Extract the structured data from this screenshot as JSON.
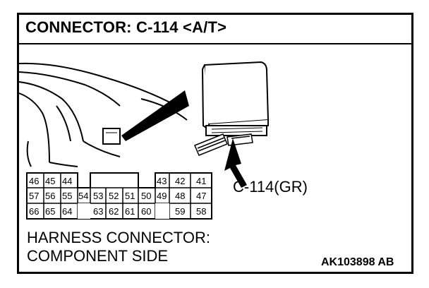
{
  "title": "CONNECTOR: C-114 <A/T>",
  "connector_label": "C-114(GR)",
  "footer": {
    "line1": "HARNESS CONNECTOR:",
    "line2": "COMPONENT SIDE"
  },
  "figure_code": "AK103898 AB",
  "pins": {
    "row1": [
      "46",
      "45",
      "44",
      "43",
      "42",
      "41"
    ],
    "row2": [
      "57",
      "56",
      "55",
      "54",
      "53",
      "52",
      "51",
      "50",
      "49",
      "48",
      "47"
    ],
    "row3": [
      "66",
      "65",
      "64",
      "63",
      "62",
      "61",
      "60",
      "59",
      "58"
    ]
  }
}
